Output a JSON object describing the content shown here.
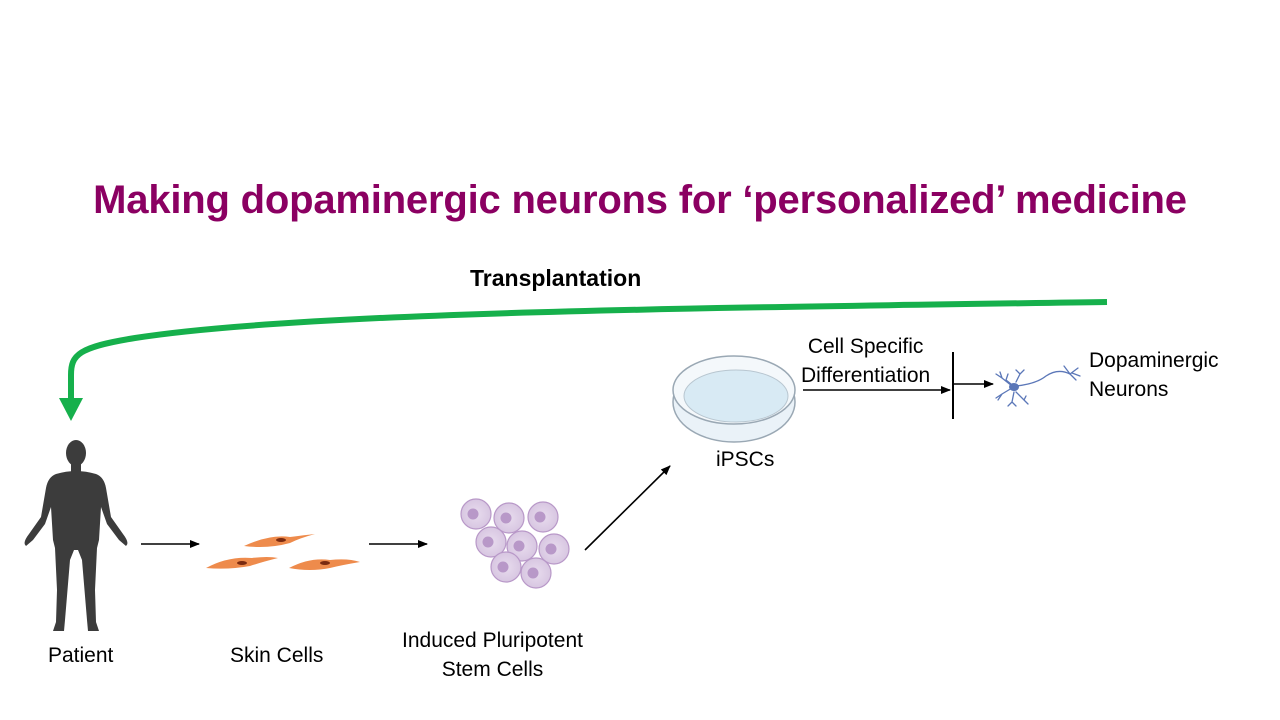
{
  "title": "Making dopaminergic neurons for ‘personalized’ medicine",
  "colors": {
    "title": "#8b0062",
    "transplant_arrow": "#16b04c",
    "cell_orange": "#ee8b4c",
    "ipsc_purple": "#b898c8",
    "neuron_blue": "#5b77b8"
  },
  "labels": {
    "transplantation": "Transplantation",
    "patient": "Patient",
    "skin_cells": "Skin Cells",
    "induced_line1": "Induced Pluripotent",
    "induced_line2": "Stem Cells",
    "ipscs": "iPSCs",
    "diff_line1": "Cell Specific",
    "diff_line2": "Differentiation",
    "neurons_line1": "Dopaminergic",
    "neurons_line2": "Neurons"
  }
}
